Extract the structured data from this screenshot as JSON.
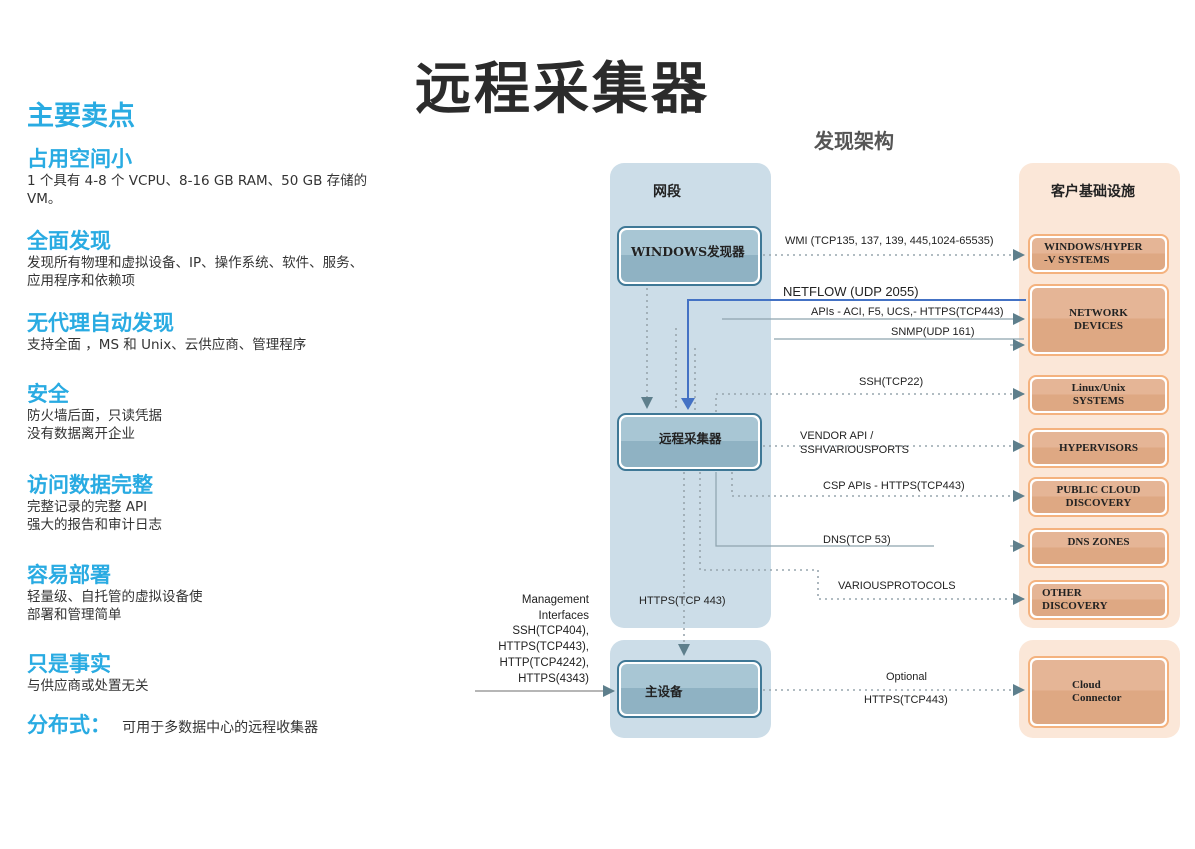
{
  "title": "远程采集器",
  "left_panel": {
    "heading": "主要卖点",
    "features": [
      {
        "title": "占用空间小",
        "lines": [
          "1 个具有 4-8 个 VCPU、8-16 GB RAM、50 GB 存储的",
          "VM。"
        ]
      },
      {
        "title": "全面发现",
        "lines": [
          "发现所有物理和虚拟设备、IP、操作系统、软件、服务、",
          "应用程序和依赖项"
        ]
      },
      {
        "title": "无代理自动发现",
        "lines": [
          "支持全面 ，MS 和 Unix、云供应商、管理程序"
        ]
      },
      {
        "title": "安全",
        "lines": [
          "防火墙后面，只读凭据",
          "没有数据离开企业"
        ]
      },
      {
        "title": "访问数据完整",
        "lines": [
          "完整记录的完整 API",
          "强大的报告和审计日志"
        ]
      },
      {
        "title": "容易部署",
        "lines": [
          "轻量级、自托管的虚拟设备使",
          "部署和管理简单"
        ]
      },
      {
        "title": "只是事实",
        "lines": [
          "与供应商或处置无关"
        ]
      },
      {
        "title": "分布式：",
        "lines": [
          "可用于多数据中心的远程收集器"
        ]
      }
    ]
  },
  "diagram": {
    "title": "发现架构",
    "zones": {
      "network_segment": "网段",
      "customer_infra": "客户基础设施"
    },
    "nodes": {
      "windows_discoverer": "WINDOWS发现器",
      "remote_collector": "远程采集器",
      "main_appliance": "主设备"
    },
    "targets": [
      {
        "id": "windows-hyperv",
        "lines": [
          "WINDOWS/HYPER",
          "-V  SYSTEMS"
        ]
      },
      {
        "id": "network-devices",
        "lines": [
          "NETWORK",
          "DEVICES"
        ]
      },
      {
        "id": "linux-unix",
        "lines": [
          "Linux/Unix",
          "SYSTEMS"
        ]
      },
      {
        "id": "hypervisors",
        "lines": [
          "HYPERVISORS"
        ]
      },
      {
        "id": "public-cloud",
        "lines": [
          "PUBLIC CLOUD",
          "DISCOVERY"
        ]
      },
      {
        "id": "dns-zones",
        "lines": [
          "DNS ZONES"
        ]
      },
      {
        "id": "other-discovery",
        "lines": [
          "OTHER",
          "DISCOVERY"
        ]
      },
      {
        "id": "cloud-connector",
        "lines": [
          "Cloud",
          "Connector"
        ]
      }
    ],
    "edges": {
      "wmi": "WMI (TCP135, 137, 139, 445,1024-65535)",
      "netflow": "NETFLOW (UDP 2055)",
      "apis": "APIs - ACI, F5, UCS,- HTTPS(TCP443)",
      "snmp": "SNMP(UDP 161)",
      "ssh": "SSH(TCP22)",
      "vendor_api_1": "VENDOR API /",
      "vendor_api_2": "SSHVARIOUSPORTS",
      "csp_apis": "CSP APIs - HTTPS(TCP443)",
      "dns": "DNS(TCP 53)",
      "various": "VARIOUSPROTOCOLS",
      "https_main": "HTTPS(TCP 443)",
      "optional": "Optional",
      "optional_https": "HTTPS(TCP443)"
    },
    "management": {
      "lines": [
        "Management",
        "Interfaces",
        "SSH(TCP404),",
        "HTTPS(TCP443),",
        "HTTP(TCP4242),",
        "HTTPS(4343)"
      ]
    },
    "colors": {
      "blue_zone": "#ccdde8",
      "orange_zone": "#fbe7d8",
      "netflow_line": "#4472c4",
      "arrow_gray": "#5e7f8c",
      "heading_blue": "#29abe2"
    }
  }
}
